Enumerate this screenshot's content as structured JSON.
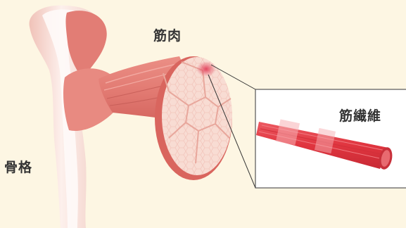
{
  "labels": {
    "muscle": "筋肉",
    "muscle_fiber": "筋繊維",
    "bone": "骨格"
  },
  "colors": {
    "background": "#fdf6e3",
    "bone_fill": "#fbe6e0",
    "bone_shadow": "#f0c6bb",
    "muscle_fill": "#e07a72",
    "muscle_dark": "#c85a55",
    "cross_section": "#f8d9cf",
    "fiber_fill": "#e1404a",
    "fiber_highlight": "#f5a0a3",
    "callout_line": "#333333",
    "callout_box_border": "#555555"
  }
}
